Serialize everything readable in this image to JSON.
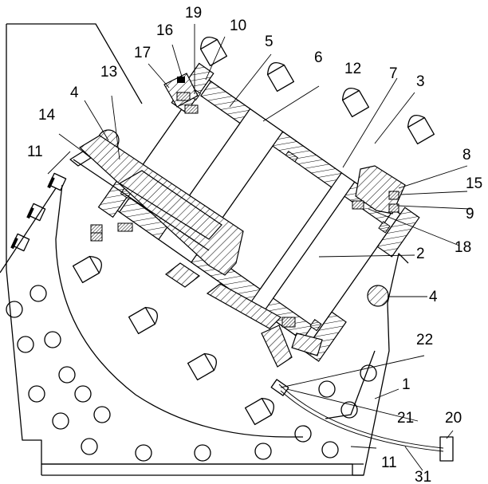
{
  "diagram": {
    "part_numbers": {
      "p1": "1",
      "p2": "2",
      "p3": "3",
      "p4a": "4",
      "p4b": "4",
      "p5": "5",
      "p6": "6",
      "p7": "7",
      "p8": "8",
      "p9": "9",
      "p10": "10",
      "p11a": "11",
      "p11b": "11",
      "p12": "12",
      "p13": "13",
      "p14": "14",
      "p15": "15",
      "p16": "16",
      "p17": "17",
      "p18": "18",
      "p19": "19",
      "p20": "20",
      "p21": "21",
      "p22": "22",
      "p31": "31"
    }
  }
}
